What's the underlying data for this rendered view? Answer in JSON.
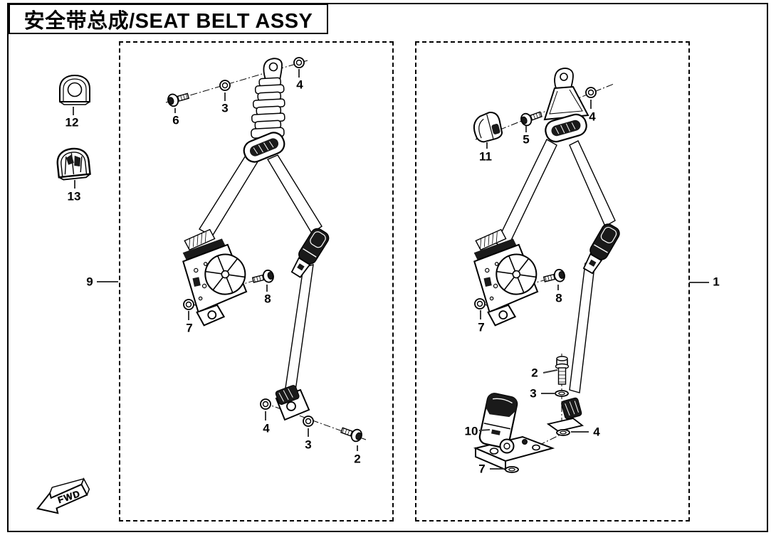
{
  "title": "安全带总成/SEAT BELT ASSY",
  "fwd_label": "FWD",
  "colors": {
    "ink": "#000000",
    "paper": "#ffffff",
    "leader": "#3a3a3a",
    "dark_fill": "#1a1a1a"
  },
  "callouts": [
    "12",
    "13",
    "9",
    "6",
    "3",
    "4",
    "8",
    "7",
    "4",
    "3",
    "2",
    "11",
    "5",
    "4",
    "8",
    "7",
    "2",
    "3",
    "10",
    "4",
    "7",
    "1"
  ]
}
